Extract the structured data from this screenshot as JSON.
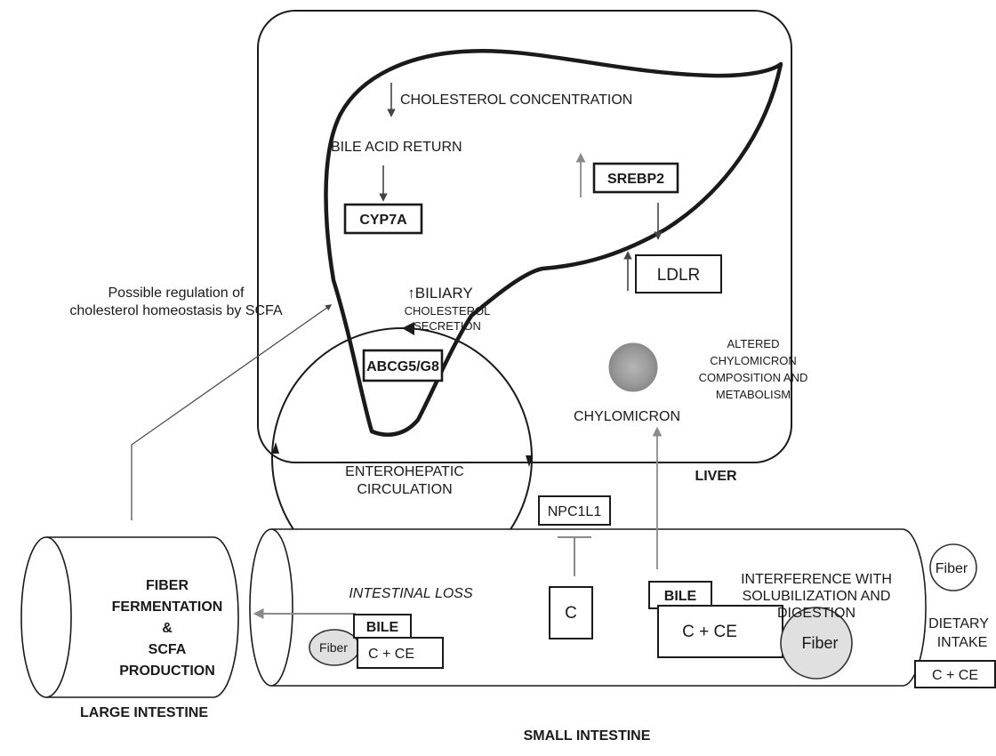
{
  "liver": {
    "cholesterol_concentration": "CHOLESTEROL CONCENTRATION",
    "bile_acid_return": "BILE ACID RETURN",
    "cyp7a": "CYP7A",
    "srebp2": "SREBP2",
    "ldlr": "LDLR",
    "biliary_line1": "↑BILIARY",
    "biliary_line2": "CHOLESTEROL",
    "biliary_line3": "SECRETION",
    "abcg5": "ABCG5/G8",
    "altered_line1": "ALTERED",
    "altered_line2": "CHYLOMICRON",
    "altered_line3": "COMPOSITION AND",
    "altered_line4": "METABOLISM",
    "chylomicron": "CHYLOMICRON",
    "liver_label": "LIVER"
  },
  "scfa_regulation": {
    "line1": "Possible regulation of",
    "line2": "cholesterol homeostasis by SCFA"
  },
  "circulation": {
    "line1": "ENTEROHEPATIC",
    "line2": "CIRCULATION"
  },
  "npc1l1": "NPC1L1",
  "c_label": "C",
  "large_intestine": {
    "line1": "FIBER",
    "line2": "FERMENTATION",
    "line3": "&",
    "line4": "SCFA",
    "line5": "PRODUCTION",
    "label": "LARGE  INTESTINE"
  },
  "small_intestine": {
    "label": "SMALL INTESTINE",
    "intestinal_loss": "INTESTINAL LOSS",
    "bile_left": "BILE",
    "fiber_left": "Fiber",
    "cce_left": "C + CE",
    "bile_right": "BILE",
    "cce_right": "C + CE",
    "fiber_right": "Fiber",
    "interference_line1": "INTERFERENCE WITH",
    "interference_line2": "SOLUBILIZATION AND",
    "interference_line3": "DIGESTION"
  },
  "dietary": {
    "fiber": "Fiber",
    "line1": "DIETARY",
    "line2": "INTAKE",
    "cce": "C + CE"
  }
}
